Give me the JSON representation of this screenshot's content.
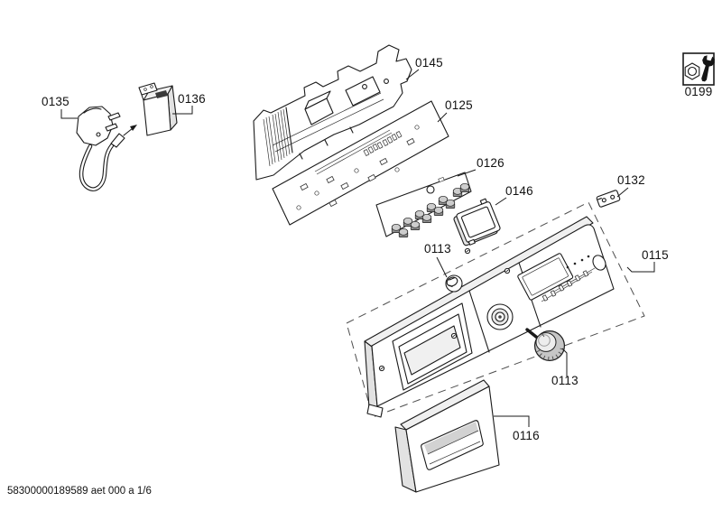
{
  "page": {
    "background": "#ffffff",
    "line_color": "#1a1a1a",
    "dash_color": "#4d4d4d",
    "footer": "58300000189589 aet 000 a 1/6"
  },
  "parts": {
    "power_cord": {
      "id": "0135"
    },
    "cord_box": {
      "id": "0136"
    },
    "module_carrier": {
      "id": "0145"
    },
    "main_pcb": {
      "id": "0125"
    },
    "control_pcb": {
      "id": "0126"
    },
    "display_window": {
      "id": "0146"
    },
    "clip": {
      "id": "0132"
    },
    "control_panel": {
      "id": "0115"
    },
    "small_knob": {
      "id": "0113"
    },
    "rotary_knob": {
      "id": "0113"
    },
    "drawer_handle": {
      "id": "0116"
    },
    "service_tool_icon": {
      "id": "0199"
    }
  }
}
